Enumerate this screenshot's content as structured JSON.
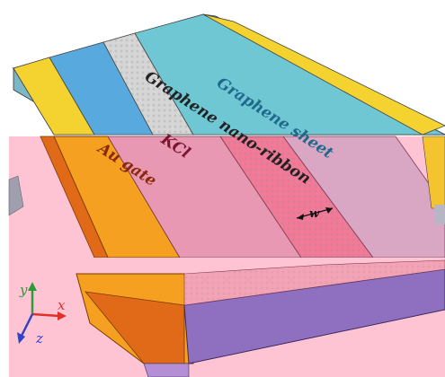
{
  "labels": {
    "graphene_sheet": "Graphene sheet",
    "graphene_nano_ribbon": "Graphene nano-ribbon",
    "kcl": "KCl",
    "au_gate": "Au gate",
    "dim_w": "w"
  },
  "axes": {
    "x": "x",
    "y": "y",
    "z": "z"
  },
  "colors": {
    "au_gate": "#f4c430",
    "graphene_sheet": "#58a9dd",
    "graphene_ribbon": "#c9c9c9",
    "kcl": "#f3a3b5",
    "substrate_side": "#8e6fc0",
    "band_pink": "#ffc4d4",
    "x_axis": "#e0302a",
    "y_axis": "#2e9a3a",
    "z_axis": "#3340c8"
  }
}
